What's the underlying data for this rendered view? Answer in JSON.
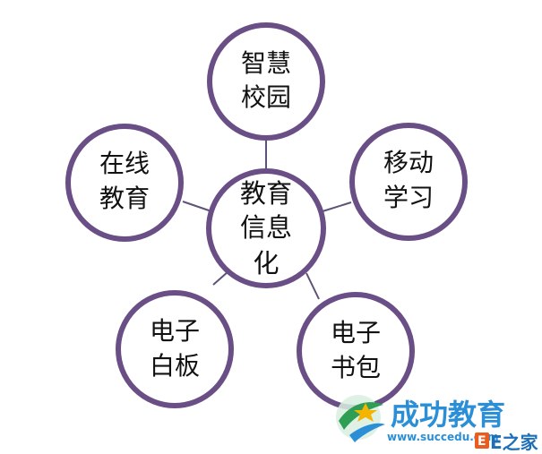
{
  "diagram": {
    "center": {
      "lines": [
        "教育",
        "信息",
        "化"
      ]
    },
    "nodes": [
      {
        "id": "top",
        "lines": [
          "智慧",
          "校园"
        ]
      },
      {
        "id": "left",
        "lines": [
          "在线",
          "教育"
        ]
      },
      {
        "id": "right",
        "lines": [
          "移动",
          "学习"
        ]
      },
      {
        "id": "bottom-left",
        "lines": [
          "电子",
          "白板"
        ]
      },
      {
        "id": "bottom-right",
        "lines": [
          "电子",
          "书包"
        ]
      }
    ],
    "colors": {
      "ring": "#6a4f86",
      "line": "#5e5277",
      "fill": "#ffffff"
    }
  },
  "watermark": {
    "brand": "成功教育",
    "url": "www.succedu.com",
    "site_mark": "E",
    "site_name": "E之家"
  }
}
